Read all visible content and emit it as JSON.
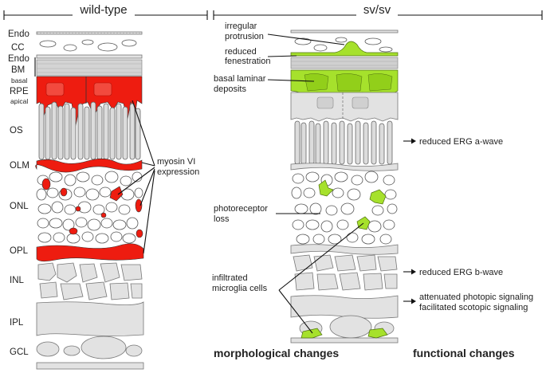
{
  "headers": {
    "left": "wild-type",
    "right": "sv/sv"
  },
  "layers": {
    "endo": "Endo",
    "cc": "CC",
    "endo2": "Endo",
    "bm": "BM",
    "basal": "basal",
    "rpe": "RPE",
    "apical": "apical",
    "os": "OS",
    "olm": "OLM",
    "onl": "ONL",
    "opl": "OPL",
    "inl": "INL",
    "ipl": "IPL",
    "gcl": "GCL"
  },
  "annotations": {
    "myosin_line1": "myosin VI",
    "myosin_line2": "expression",
    "irregular_line1": "irregular",
    "irregular_line2": "protrusion",
    "fenestration_line1": "reduced",
    "fenestration_line2": "fenestration",
    "deposits_line1": "basal laminar",
    "deposits_line2": "deposits",
    "photoreceptor_line1": "photoreceptor",
    "photoreceptor_line2": "loss",
    "microglia_line1": "infiltrated",
    "microglia_line2": "microglia cells"
  },
  "functional": {
    "erg_a": "reduced ERG a-wave",
    "erg_b": "reduced ERG b-wave",
    "photopic": "attenuated photopic signaling",
    "scotopic": "facilitated scotopic signaling"
  },
  "footer": {
    "morphological": "morphological changes",
    "functional": "functional changes"
  },
  "colors": {
    "myosin_red": "#ee1c10",
    "pathology_green": "#a6e12c",
    "tissue_grey": "#e2e2e2"
  }
}
